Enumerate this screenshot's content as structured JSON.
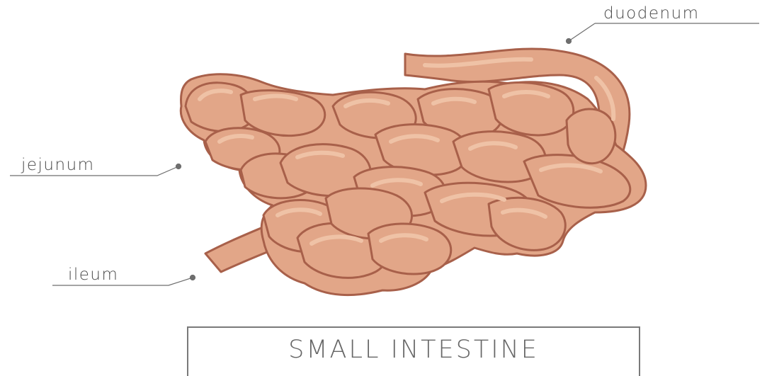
{
  "labels": {
    "duodenum": "duodenum",
    "jejunum": "jejunum",
    "ileum": "ileum"
  },
  "title": "SMALL INTESTINE",
  "colors": {
    "organ_fill": "#E2A688",
    "organ_outline": "#A8604A",
    "highlight": "#EFC2A6",
    "leader_line": "#6E6E6E",
    "text": "#4A4A4A",
    "background": "#FFFFFF"
  }
}
